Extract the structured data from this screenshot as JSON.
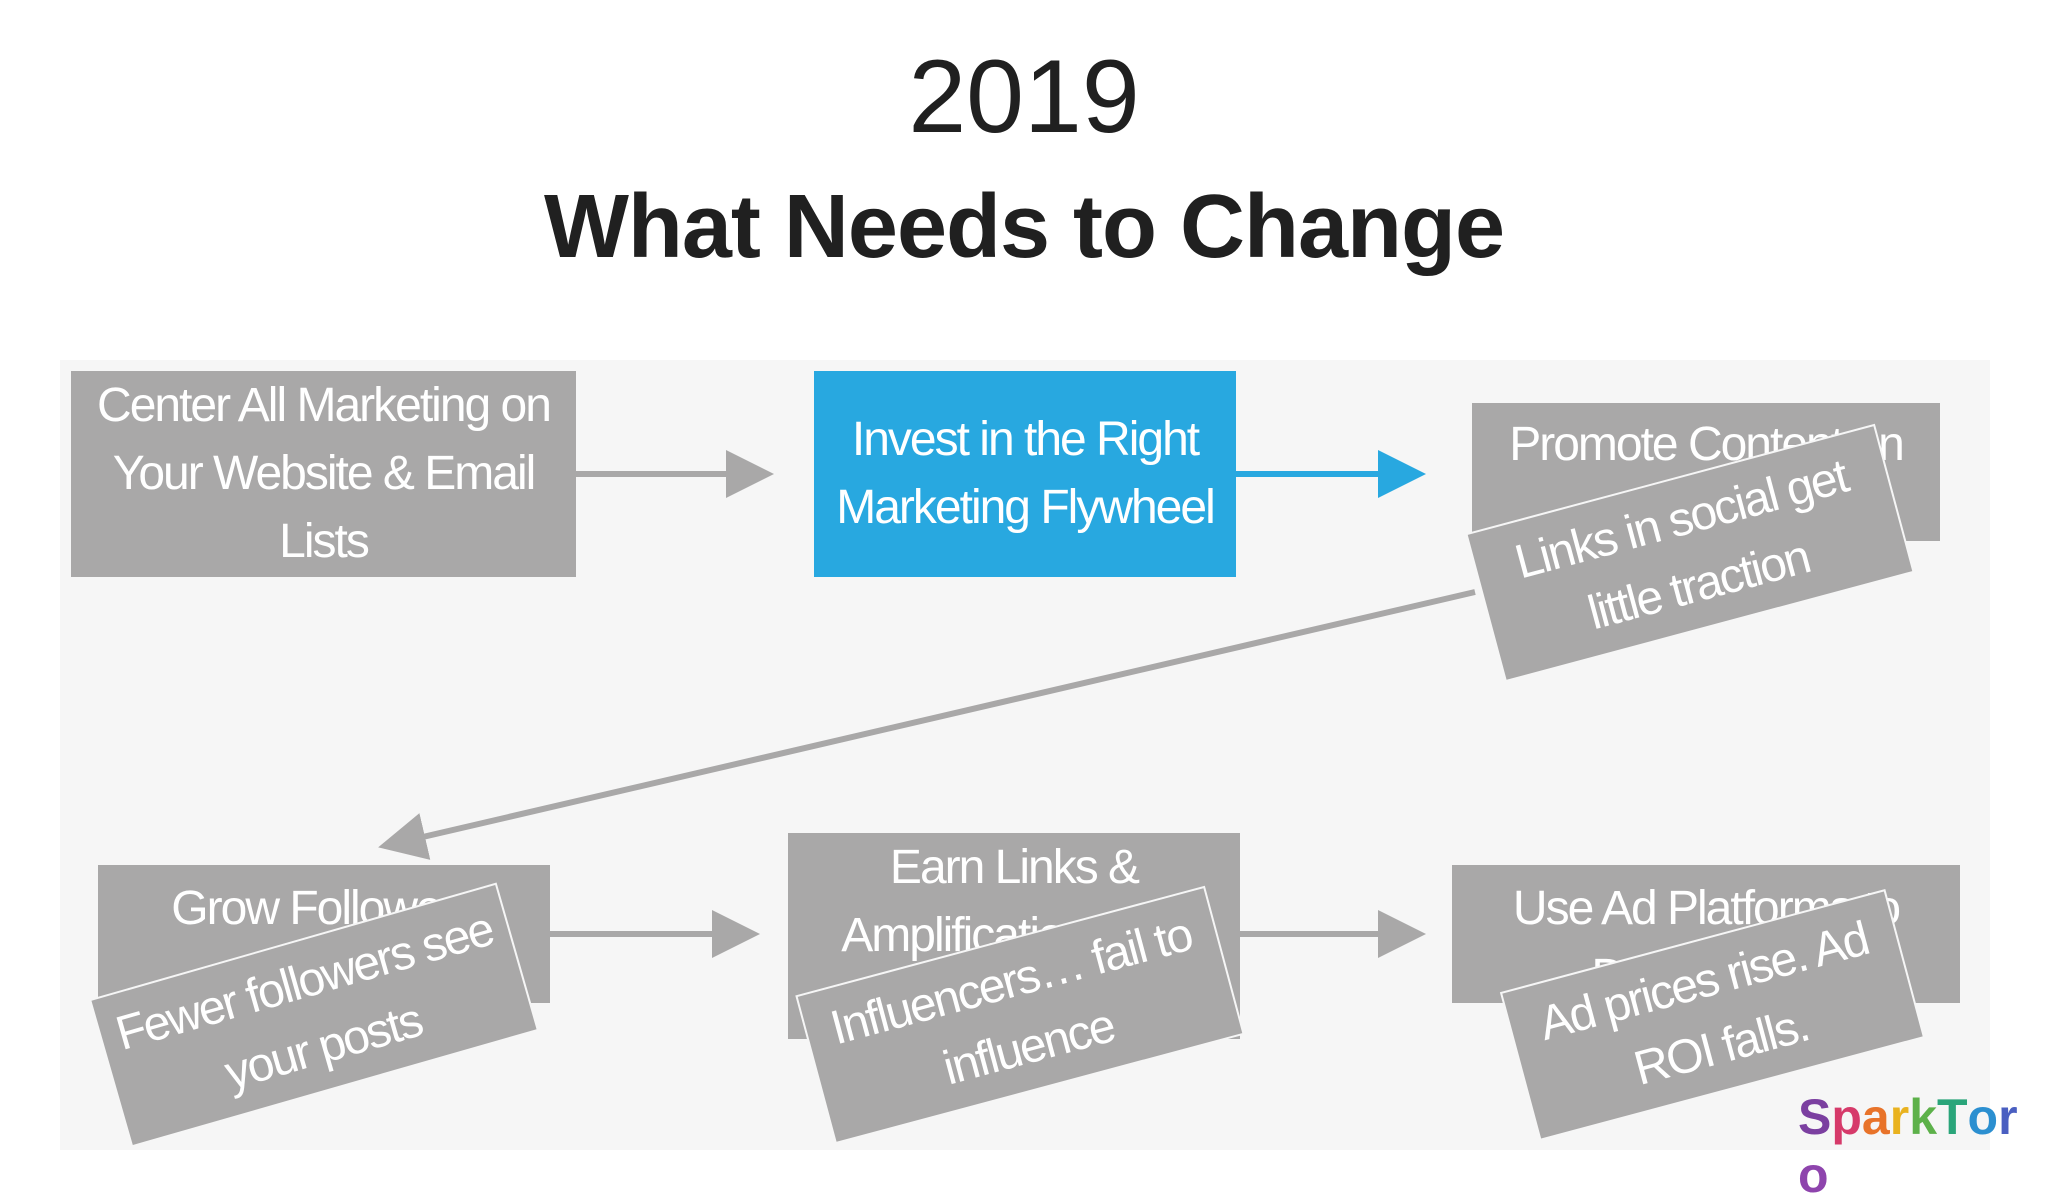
{
  "slide": {
    "year": "2019",
    "title": "What Needs to Change"
  },
  "boxes": {
    "center": "Center All Marketing on Your Website & Email Lists",
    "invest": "Invest in the Right Marketing Flywheel",
    "promote": "Promote Content on Social",
    "grow": "Grow Followers",
    "earn": "Earn Links & Amplification from Influencers",
    "use_ad": "Use Ad Platforms to Drive Traffic"
  },
  "overlays": {
    "links_social": "Links in social get little traction",
    "fewer_followers": "Fewer followers see your posts",
    "influencers_fail": "Influencers… fail to influence",
    "ad_prices": "Ad prices rise. Ad ROI falls."
  },
  "logo": {
    "text": "SparkToro",
    "letter_colors": [
      "#7b3fa0",
      "#d63a6a",
      "#e8732a",
      "#e9b21f",
      "#5db14a",
      "#2aa57a",
      "#2b8fd0",
      "#4a5fc1",
      "#8e44ad"
    ]
  },
  "colors": {
    "box_gray": "#a9a8a8",
    "active_blue": "#28a8e0",
    "arrow_gray": "#a9a8a8"
  }
}
